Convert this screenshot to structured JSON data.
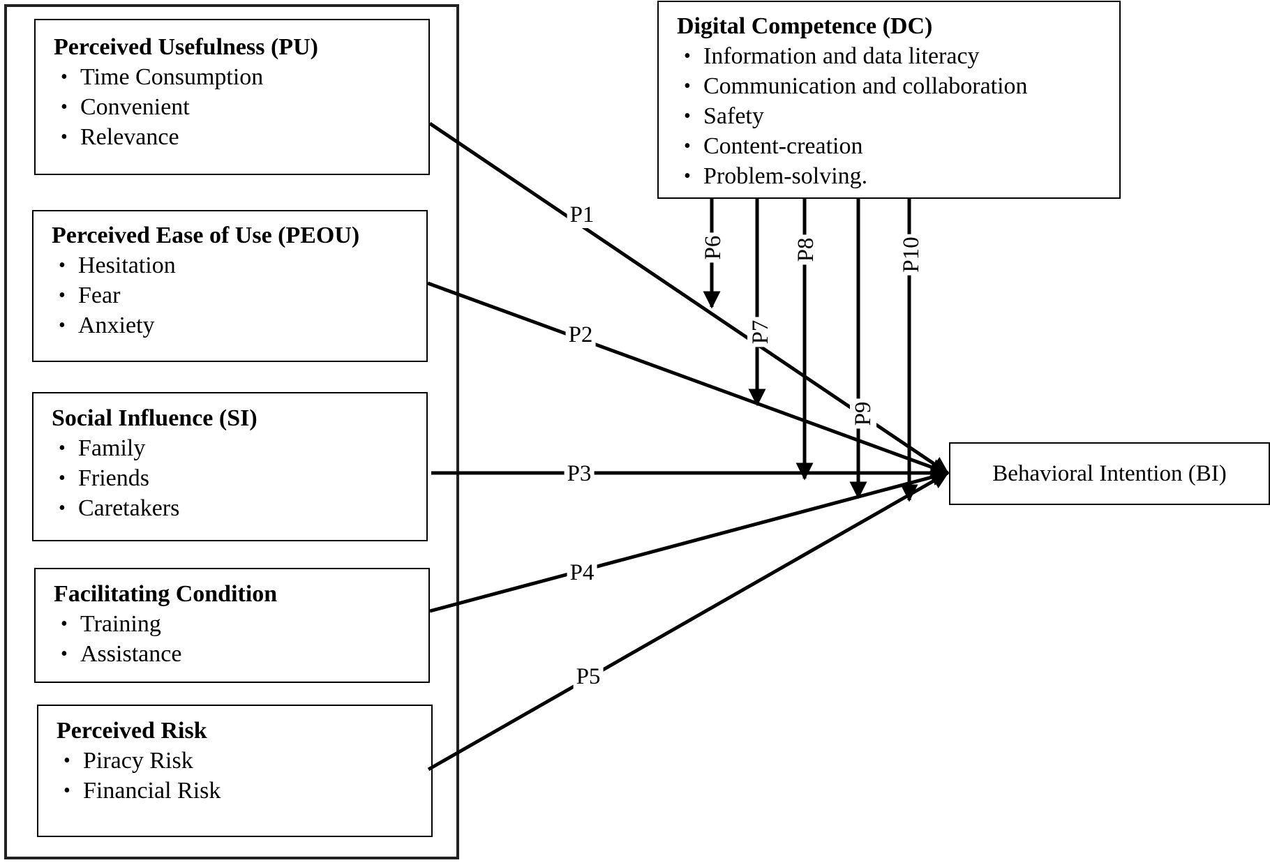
{
  "constructs": [
    {
      "title": "Perceived Usefulness (PU)",
      "items": [
        "Time Consumption",
        "Convenient",
        "Relevance"
      ]
    },
    {
      "title": "Perceived Ease of Use (PEOU)",
      "items": [
        "Hesitation",
        "Fear",
        "Anxiety"
      ]
    },
    {
      "title": "Social Influence (SI)",
      "items": [
        "Family",
        "Friends",
        "Caretakers"
      ]
    },
    {
      "title": "Facilitating Condition",
      "items": [
        "Training",
        "Assistance"
      ]
    },
    {
      "title": "Perceived Risk",
      "items": [
        "Piracy Risk",
        "Financial Risk"
      ]
    }
  ],
  "moderator": {
    "title": "Digital Competence (DC)",
    "items": [
      "Information and data literacy",
      "Communication and collaboration",
      "Safety",
      "Content-creation",
      "Problem-solving."
    ]
  },
  "outcome": {
    "label": "Behavioral Intention (BI)"
  },
  "paths": [
    "P1",
    "P2",
    "P3",
    "P4",
    "P5",
    "P6",
    "P7",
    "P8",
    "P9",
    "P10"
  ]
}
